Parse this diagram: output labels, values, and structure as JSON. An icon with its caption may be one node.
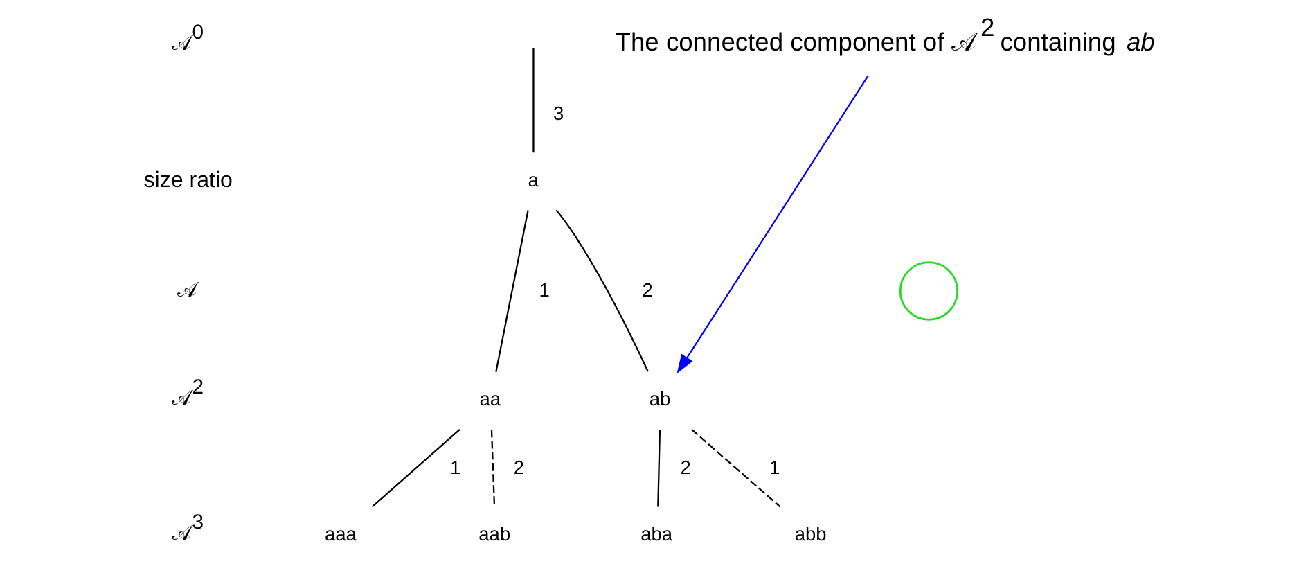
{
  "diagram": {
    "nodes": [
      {
        "text": [
          "a"
        ]
      },
      {
        "text": [
          "aa"
        ]
      },
      {
        "text": [
          "ab"
        ]
      },
      {
        "text": [
          "aaa"
        ]
      },
      {
        "text": [
          "aab"
        ]
      },
      {
        "text": [
          "aba"
        ]
      },
      {
        "text": [
          "abb"
        ]
      },
      {
        "text": [
          "The connected component of 𝒜$^{2}$ containing *ab*"
        ]
      },
      {
        "text": [],
        "shape": "circle"
      }
    ],
    "edges": [
      {
        "from": null,
        "to": 0,
        "arrow": "none",
        "label": "3"
      },
      {
        "from": 0,
        "to": 1,
        "arrow": "none",
        "label": "1"
      },
      {
        "from": 0,
        "to": 2,
        "arrow": "none",
        "label": "2"
      },
      {
        "from": 1,
        "to": 3,
        "arrow": "none",
        "label": "1"
      },
      {
        "from": 1,
        "to": 4,
        "arrow": "none",
        "label": "2",
        "style": "dashed"
      },
      {
        "from": 2,
        "to": 5,
        "arrow": "none",
        "label": "2"
      },
      {
        "from": 2,
        "to": 6,
        "arrow": "none",
        "label": "1",
        "style": "dashed"
      },
      {
        "from": 7,
        "to": 2,
        "arrow": "to",
        "color": "#0000ff"
      }
    ],
    "labels": [
      "𝒜$^{0}$",
      "size ratio",
      "𝒜",
      "𝒜$^{2}$",
      "𝒜$^{3}$"
    ]
  }
}
